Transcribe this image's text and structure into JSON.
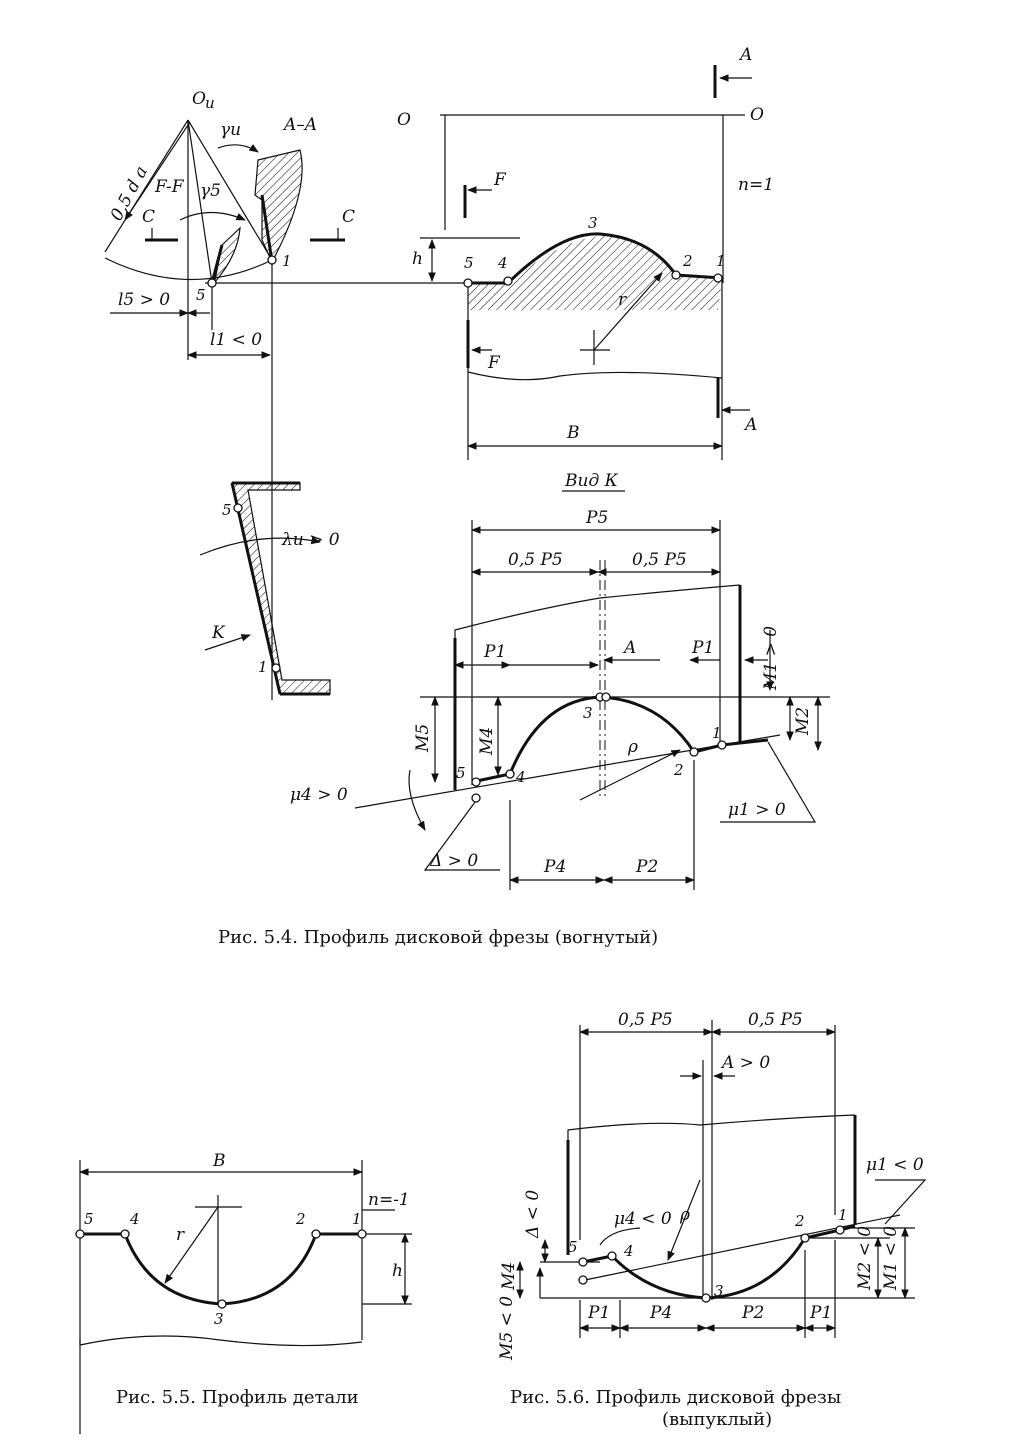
{
  "figures": {
    "fig54": {
      "caption": "Рис. 5.4. Профиль дисковой фрезы (вогнутый)",
      "labels": {
        "Ou_top": "O",
        "Ou_sub": "u",
        "Ou_right": "O",
        "section_AA": "A–A",
        "section_FF": "F-F",
        "gamma_u": "γu",
        "gamma_5": "γ5",
        "half_da": "0,5 d a",
        "C_left": "C",
        "C_right": "C",
        "l5": "l5 > 0",
        "l1": "l1 < 0",
        "h": "h",
        "n": "n=1",
        "F_top": "F",
        "F_bottom": "F",
        "A_top": "A",
        "A_bottom": "A",
        "r": "r",
        "B": "B",
        "view_K": "Вид К",
        "P5": "P5",
        "half_P5_left": "0,5 P5",
        "half_P5_right": "0,5 P5",
        "P1_left": "P1",
        "P1_right": "P1",
        "A_mid": "A",
        "M1": "M1 > 0",
        "M2": "M2",
        "M4": "M4",
        "M5": "M5",
        "rho": "ρ",
        "mu4": "μ4 > 0",
        "mu1": "μ1 > 0",
        "delta": "Δ > 0",
        "P4": "P4",
        "P2": "P2",
        "lambda": "λu > 0",
        "K": "K"
      },
      "points": [
        "1",
        "2",
        "3",
        "4",
        "5"
      ]
    },
    "fig55": {
      "caption": "Рис. 5.5. Профиль детали",
      "labels": {
        "B": "B",
        "n": "n=-1",
        "r": "r",
        "h": "h"
      },
      "points": [
        "1",
        "2",
        "3",
        "4",
        "5"
      ]
    },
    "fig56": {
      "caption_line1": "Рис. 5.6. Профиль дисковой фрезы",
      "caption_line2": "(выпуклый)",
      "labels": {
        "half_P5_left": "0,5 P5",
        "half_P5_right": "0,5 P5",
        "A": "A > 0",
        "mu1": "μ1 < 0",
        "mu4": "μ4 < 0",
        "delta": "Δ < 0",
        "rho": "ρ",
        "M4": "M4",
        "M5": "M5 < 0",
        "M2": "M2 < 0",
        "M1": "M1 < 0",
        "P1_left": "P1",
        "P4": "P4",
        "P2": "P2",
        "P1_right": "P1"
      },
      "points": [
        "1",
        "2",
        "3",
        "4",
        "5"
      ]
    }
  }
}
